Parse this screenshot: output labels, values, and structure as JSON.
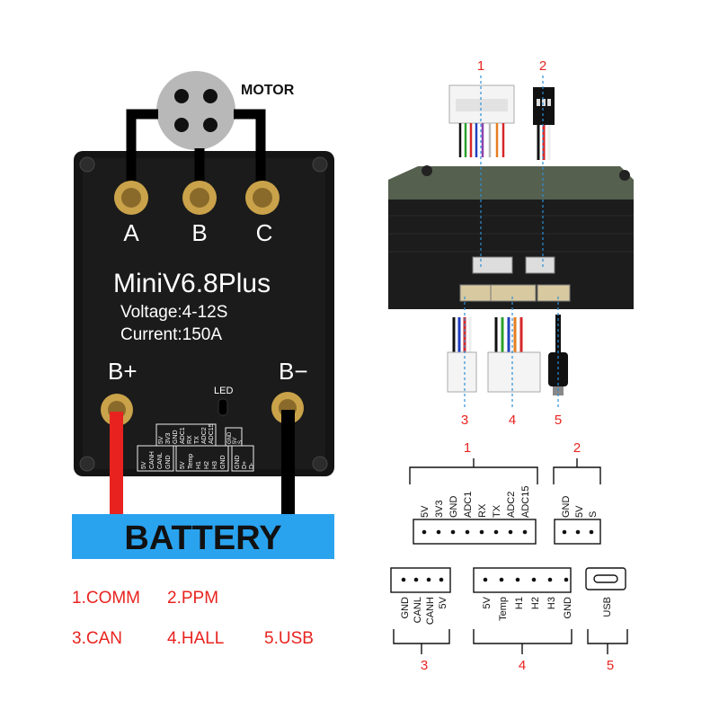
{
  "motor": {
    "label": "MOTOR"
  },
  "controller": {
    "model": "MiniV6.8Plus",
    "voltage": "Voltage:4-12S",
    "current": "Current:150A",
    "phases": [
      "A",
      "B",
      "C"
    ],
    "battery_pos": "B+",
    "battery_neg": "B−",
    "led": "LED",
    "silk_comm": [
      "5V",
      "3V3",
      "GND",
      "ADC1",
      "RX",
      "TX",
      "ADC2",
      "ADC15"
    ],
    "silk_ppm": [
      "GND",
      "5V",
      "S"
    ],
    "silk_can": [
      "5V",
      "CANH",
      "CANL",
      "GND"
    ],
    "silk_hall": [
      "5V",
      "Temp",
      "H1",
      "H2",
      "H3",
      "GND"
    ],
    "silk_usb": [
      "GND",
      "D+",
      "D-"
    ]
  },
  "battery": {
    "label": "BATTERY"
  },
  "legend": {
    "comm": "1.COMM",
    "ppm": "2.PPM",
    "can": "3.CAN",
    "hall": "4.HALL",
    "usb": "5.USB"
  },
  "callouts": [
    "1",
    "2",
    "3",
    "4",
    "5"
  ],
  "pinouts": {
    "comm": {
      "number": "1",
      "pins": [
        "5V",
        "3V3",
        "GND",
        "ADC1",
        "RX",
        "TX",
        "ADC2",
        "ADC15"
      ]
    },
    "ppm": {
      "number": "2",
      "pins": [
        "GND",
        "5V",
        "S"
      ]
    },
    "can": {
      "number": "3",
      "pins": [
        "GND",
        "CANL",
        "CANH",
        "5V"
      ]
    },
    "hall": {
      "number": "4",
      "pins": [
        "5V",
        "Temp",
        "H1",
        "H2",
        "H3",
        "GND"
      ]
    },
    "usb": {
      "number": "5",
      "pins": [
        "USB"
      ]
    }
  },
  "colors": {
    "accent_red": "#e8231f",
    "battery_blue": "#2aa3ef",
    "callout_blue": "#2b8fd8",
    "body_black": "#141414",
    "brass": "#c9a24a"
  }
}
